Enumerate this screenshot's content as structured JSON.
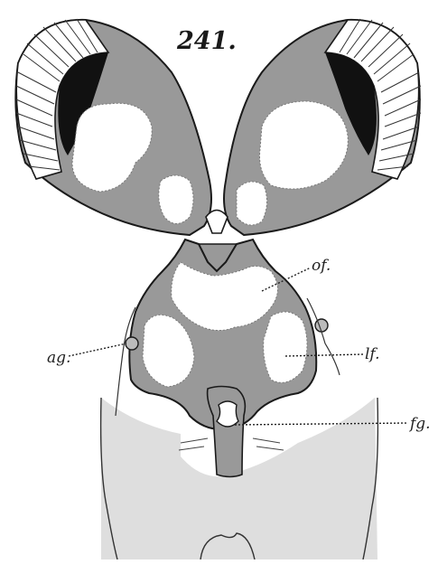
{
  "figure": {
    "number": "241.",
    "labels": {
      "of": "of.",
      "lf": "lf.",
      "ag": "ag.",
      "fg": "fg."
    }
  },
  "colors": {
    "tissue": "#9a9a9a",
    "body": "#dcdcdc",
    "outline": "#1a1a1a",
    "background": "#ffffff"
  }
}
